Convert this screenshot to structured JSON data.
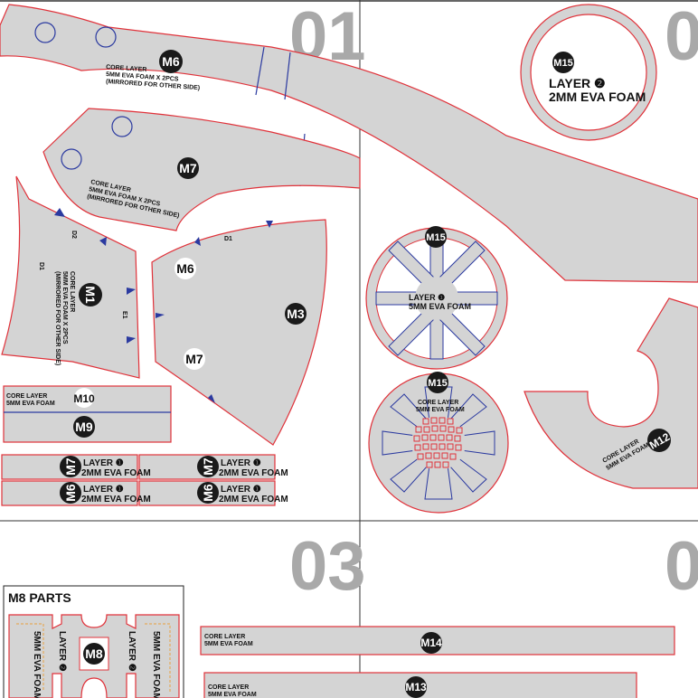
{
  "page_numbers": {
    "p01": "01",
    "p02": "0",
    "p03": "03",
    "p04": "0"
  },
  "tags": {
    "m6_top": "M6",
    "m7_mid": "M7",
    "m1": "M1",
    "m6_light": "M6",
    "m3": "M3",
    "m7_light": "M7",
    "m10": "M10",
    "m9": "M9",
    "m15_ring": "M15",
    "m15_spoke": "M15",
    "m15_disc": "M15",
    "m12": "M12",
    "m7_row1": "M7",
    "m7_row1b": "M7",
    "m6_row2": "M6",
    "m6_row2b": "M6",
    "m8": "M8",
    "m14": "M14",
    "m13": "M13"
  },
  "labels": {
    "m6_core_1": "CORE LAYER",
    "m6_core_2": "5MM EVA FOAM X 2PCS",
    "m6_core_3": "(MIRRORED FOR OTHER SIDE)",
    "m7_core_1": "CORE LAYER",
    "m7_core_2": "5MM EVA FOAM X 2PCS",
    "m7_core_3": "(MIRRORED FOR OTHER SIDE)",
    "m1_core_1": "CORE LAYER",
    "m1_core_2": "5MM EVA FOAM X 2PCS",
    "m1_core_3": "(MIRRORED FOR OTHER SIDE)",
    "mark_d2": "D2",
    "mark_d1_a": "D1",
    "mark_e1": "E1",
    "mark_d1_b": "D1",
    "m10_core_1": "CORE LAYER",
    "m10_core_2": "5MM EVA FOAM",
    "row_layer_1": "LAYER ❶",
    "row_foam_1": "2MM EVA FOAM",
    "row_layer_2": "LAYER ❶",
    "row_foam_2": "2MM EVA FOAM",
    "row_layer_3": "LAYER ❶",
    "row_foam_3": "2MM EVA FOAM",
    "row_layer_4": "LAYER ❶",
    "row_foam_4": "2MM EVA FOAM",
    "m15_layer2": "LAYER ❷",
    "m15_foam2": "2MM EVA FOAM",
    "m15_layer1": "LAYER ❶",
    "m15_foam5": "5MM EVA FOAM",
    "m15_core": "CORE LAYER",
    "m15_core_foam": "5MM EVA FOAM",
    "m12_core": "CORE LAYER",
    "m12_foam": "5MM EVA FOAM",
    "m8_title": "M8 PARTS",
    "m8_layer_a": "LAYER ❷",
    "m8_foam_a": "5MM EVA FOAM",
    "m8_layer_b": "LAYER ❷",
    "m8_foam_b": "5MM EVA FOAM",
    "m14_core_1": "CORE LAYER",
    "m14_core_2": "5MM EVA FOAM",
    "m13_core_1": "CORE LAYER",
    "m13_core_2": "5MM EVA FOAM"
  },
  "colors": {
    "cut_line": "#e0323a",
    "fold_line": "#2b3aa0",
    "foam": "#d4d4d4",
    "page_number": "#a9a9a9"
  }
}
